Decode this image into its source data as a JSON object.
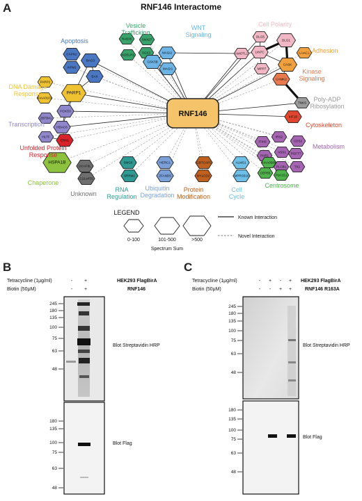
{
  "panels": {
    "a": "A",
    "b": "B",
    "c": "C"
  },
  "network": {
    "title": "RNF146 Interactome",
    "hub": "RNF146",
    "categories": [
      {
        "key": "apoptosis",
        "label": "Apoptosis",
        "color": "#4a77c2"
      },
      {
        "key": "vesicle",
        "label": "Vesicle Trafficking",
        "color": "#3aa36b"
      },
      {
        "key": "wnt",
        "label": "WNT Signaling",
        "color": "#6cb4e6"
      },
      {
        "key": "polarity",
        "label": "Cell Polarity",
        "color": "#f2b7c4"
      },
      {
        "key": "adhesion",
        "label": "Cell Adhesion",
        "color": "#f0a03c"
      },
      {
        "key": "kinase",
        "label": "Kinase Signaling",
        "color": "#e87a4e"
      },
      {
        "key": "parp",
        "label": "Poly-ADP Ribosylation",
        "color": "#9a9a9a"
      },
      {
        "key": "dna",
        "label": "DNA Damage Response",
        "color": "#efc232"
      },
      {
        "key": "cyto",
        "label": "Cytoskeleton",
        "color": "#e0462f"
      },
      {
        "key": "transcription",
        "label": "Transcription",
        "color": "#8f86cc"
      },
      {
        "key": "metabolism",
        "label": "Metabolism",
        "color": "#a565b3"
      },
      {
        "key": "upr",
        "label": "Unfolded Protein Response",
        "color": "#d8232a"
      },
      {
        "key": "chaperone",
        "label": "Chaperone",
        "color": "#8cc23e"
      },
      {
        "key": "unknown",
        "label": "Unknown",
        "color": "#6e6e6e"
      },
      {
        "key": "rna",
        "label": "RNA Regulation",
        "color": "#2f9a94"
      },
      {
        "key": "ubiq",
        "label": "Ubiquitin Degradation",
        "color": "#7ba0d8"
      },
      {
        "key": "protmod",
        "label": "Protein Modification",
        "color": "#c0601e"
      },
      {
        "key": "cellcycle",
        "label": "Cell Cycle",
        "color": "#6fc0e8"
      },
      {
        "key": "centrosome",
        "label": "Centrosome",
        "color": "#4fb24d"
      }
    ],
    "nodes": [
      {
        "name": "CAPN2",
        "cat": "apoptosis"
      },
      {
        "name": "BAG3",
        "cat": "apoptosis"
      },
      {
        "name": "AIFM1",
        "cat": "apoptosis"
      },
      {
        "name": "BAX",
        "cat": "apoptosis"
      },
      {
        "name": "RAB35",
        "cat": "vesicle"
      },
      {
        "name": "SNX27",
        "cat": "vesicle"
      },
      {
        "name": "SGK3",
        "cat": "vesicle"
      },
      {
        "name": "KDELR1",
        "cat": "vesicle"
      },
      {
        "name": "MAGI2",
        "cat": "wnt"
      },
      {
        "name": "GSK3B",
        "cat": "wnt"
      },
      {
        "name": "MAGI1",
        "cat": "wnt"
      },
      {
        "name": "DLG5",
        "cat": "polarity"
      },
      {
        "name": "LIN7C",
        "cat": "polarity"
      },
      {
        "name": "DLG1",
        "cat": "polarity"
      },
      {
        "name": "AMOTL1",
        "cat": "polarity"
      },
      {
        "name": "MPP7",
        "cat": "polarity"
      },
      {
        "name": "CASK",
        "cat": "adhesion"
      },
      {
        "name": "LAMC1",
        "cat": "adhesion"
      },
      {
        "name": "CAMK2",
        "cat": "kinase"
      },
      {
        "name": "TNKS",
        "cat": "parp"
      },
      {
        "name": "PARP2",
        "cat": "dna"
      },
      {
        "name": "PARP1",
        "cat": "dna"
      },
      {
        "name": "KIAA0101",
        "cat": "dna"
      },
      {
        "name": "KIF1B",
        "cat": "cyto"
      },
      {
        "name": "ZBTB41",
        "cat": "transcription"
      },
      {
        "name": "FOXO3",
        "cat": "transcription"
      },
      {
        "name": "HDAC6",
        "cat": "transcription"
      },
      {
        "name": "HLTF",
        "cat": "transcription"
      },
      {
        "name": "ERN1",
        "cat": "upr"
      },
      {
        "name": "ITIH3",
        "cat": "metabolism"
      },
      {
        "name": "IRS2",
        "cat": "metabolism"
      },
      {
        "name": "CDS2",
        "cat": "metabolism"
      },
      {
        "name": "ASS1",
        "cat": "metabolism"
      },
      {
        "name": "PAR1",
        "cat": "metabolism"
      },
      {
        "name": "PGFT7",
        "cat": "metabolism"
      },
      {
        "name": "PLCB1",
        "cat": "metabolism"
      },
      {
        "name": "TK1",
        "cat": "metabolism"
      },
      {
        "name": "HSPA1B",
        "cat": "chaperone"
      },
      {
        "name": "DCAF8L",
        "cat": "unknown"
      },
      {
        "name": "C21orf33",
        "cat": "unknown"
      },
      {
        "name": "SMG5",
        "cat": "rna"
      },
      {
        "name": "SRRM1",
        "cat": "rna"
      },
      {
        "name": "HERC1",
        "cat": "ubiq"
      },
      {
        "name": "ZFAND5",
        "cat": "ubiq"
      },
      {
        "name": "GBTCAP2",
        "cat": "protmod"
      },
      {
        "name": "MYLCD2",
        "cat": "protmod"
      },
      {
        "name": "ALMS1",
        "cat": "cellcycle"
      },
      {
        "name": "MPRS518",
        "cat": "cellcycle"
      },
      {
        "name": "KIAA0586",
        "cat": "centrosome"
      },
      {
        "name": "CEP85",
        "cat": "centrosome"
      },
      {
        "name": "PLK1S1",
        "cat": "centrosome"
      }
    ],
    "legend": {
      "title": "LEGEND",
      "sizes": [
        "0-100",
        "101-500",
        ">500"
      ],
      "size_caption": "Spectrum Sum",
      "known": "Known Interaction",
      "novel": "Novel Interaction"
    }
  },
  "blot_b": {
    "treatment_rows": [
      {
        "label": "Tetracycline (1μg/ml)",
        "lanes": [
          "-",
          "+"
        ]
      },
      {
        "label": "Biotin (50μM)",
        "lanes": [
          "-",
          "+"
        ]
      }
    ],
    "construct": [
      "HEK293 FlagBirA",
      "RNF146"
    ],
    "top_markers": [
      "245",
      "180",
      "135",
      "100",
      "75",
      "63",
      "48"
    ],
    "top_label": "Blot Streptavidin HRP",
    "bottom_markers": [
      "180",
      "135",
      "100",
      "75",
      "63",
      "48"
    ],
    "bottom_label": "Blot Flag"
  },
  "blot_c": {
    "treatment_rows": [
      {
        "label": "Tetracycline (1μg/ml)",
        "lanes": [
          "-",
          "+",
          "-",
          "+"
        ]
      },
      {
        "label": "Biotin (50μM)",
        "lanes": [
          "-",
          "-",
          "+",
          "+"
        ]
      }
    ],
    "construct": [
      "HEK293 FlagBirA",
      "RNF146 R163A"
    ],
    "top_markers": [
      "245",
      "180",
      "135",
      "100",
      "75",
      "63",
      "48"
    ],
    "top_label": "Blot Streptavidin HRP",
    "bottom_markers": [
      "180",
      "135",
      "100",
      "75",
      "63",
      "48"
    ],
    "bottom_label": "Blot Flag"
  }
}
